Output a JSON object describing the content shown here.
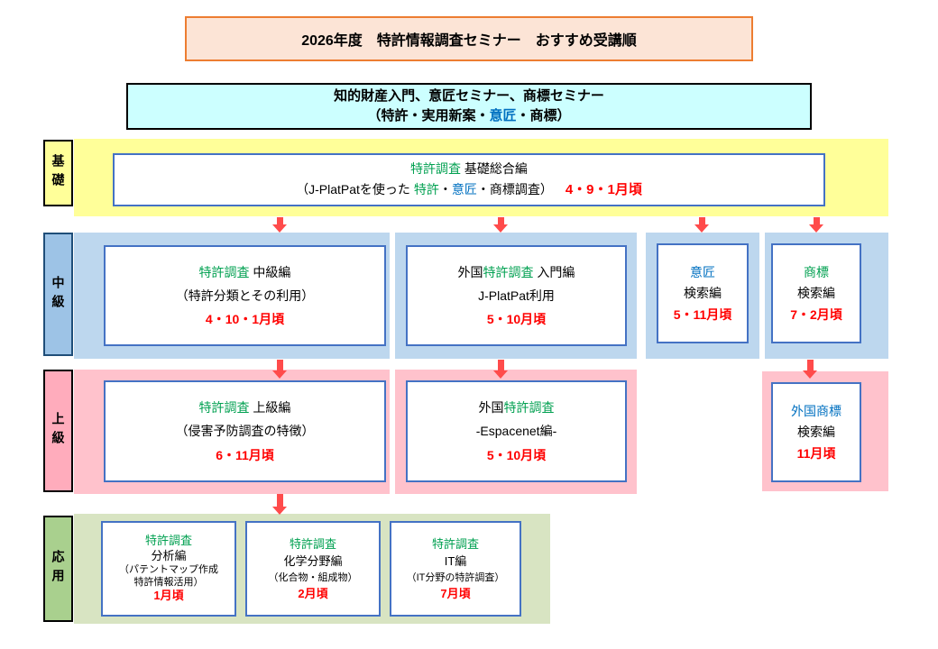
{
  "colors": {
    "accent-orange": "#ED7D31",
    "title-fill": "#FCE4D6",
    "cyan-fill": "#CCFFFF",
    "yellow-band": "#FFFF99",
    "blue-band": "#BDD7EE",
    "blue-label": "#9DC3E6",
    "pink-band": "#FFC2CC",
    "pink-label": "#FFACBC",
    "green-band": "#D8E4C2",
    "green-label": "#A9D08E",
    "box-border": "#4472C4",
    "text-green": "#00A050",
    "text-blue": "#0070C0",
    "text-red": "#FF0000",
    "arrow-red": "#FF4B4B"
  },
  "title": "2026年度　特許情報調査セミナー　おすすめ受講順",
  "intro": {
    "line1": "知的財産入門、意匠セミナー、商標セミナー",
    "line2_pre": "（特許・実用新案・",
    "line2_blue": "意匠",
    "line2_post": "・商標）"
  },
  "levels": {
    "kiso": "基礎",
    "chukyu": "中級",
    "jokyu": "上級",
    "oyo": "応用"
  },
  "courses": {
    "kiso_sogo": {
      "t_green": "特許調査",
      "t_black": " 基礎総合編",
      "sub_pre": "（J-PlatPatを使った ",
      "sub_green": "特許",
      "sub_d1": "・",
      "sub_blue": "意匠",
      "sub_post": "・商標調査）",
      "date": "4・9・1月頃"
    },
    "chukyu_hen": {
      "t_green": "特許調査",
      "t_black": " 中級編",
      "sub": "（特許分類とその利用）",
      "date": "4・10・1月頃"
    },
    "gaikoku_nyumon": {
      "t_pre": "外国",
      "t_green": "特許調査",
      "t_post": " 入門編",
      "sub": "J-PlatPat利用",
      "date": "5・10月頃"
    },
    "isho_kensaku": {
      "t_blue": "意匠",
      "name": "検索編",
      "date": "5・11月頃"
    },
    "shohyo_kensaku": {
      "t_green": "商標",
      "name": "検索編",
      "date": "7・2月頃"
    },
    "jokyu_hen": {
      "t_green": "特許調査",
      "t_black": " 上級編",
      "sub": "（侵害予防調査の特徴）",
      "date": "6・11月頃"
    },
    "espacenet": {
      "t_pre": "外国",
      "t_green": "特許調査",
      "sub": "-Espacenet編-",
      "date": "5・10月頃"
    },
    "gaikoku_shohyo": {
      "t_blue": "外国商標",
      "name": "検索編",
      "date": "11月頃"
    },
    "bunseki": {
      "t_green": "特許調査",
      "name": "分析編",
      "note1": "（パテントマップ作成",
      "note2": "特許情報活用）",
      "date": "1月頃"
    },
    "kagaku": {
      "t_green": "特許調査",
      "name": "化学分野編",
      "note1": "（化合物・組成物）",
      "date": "2月頃"
    },
    "it": {
      "t_green": "特許調査",
      "name": "IT編",
      "note1": "（IT分野の特許調査）",
      "date": "7月頃"
    }
  }
}
